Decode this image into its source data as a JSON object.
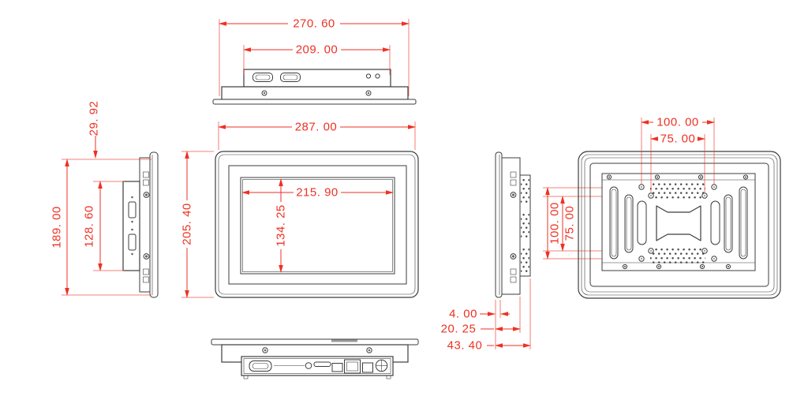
{
  "drawing": {
    "title": "panel-pc-dimension-drawing",
    "units": "mm",
    "colors": {
      "line": "#3c3c3c",
      "dimension": "#ee3124",
      "background": "#ffffff"
    },
    "views": {
      "top": {
        "label": "top-view",
        "dims": {
          "flange_width": "270. 60",
          "body_width": "209. 00"
        }
      },
      "front": {
        "label": "front-view",
        "dims": {
          "overall_width": "287. 00",
          "overall_height": "205. 40",
          "display_width": "215. 90",
          "display_height": "134. 25"
        }
      },
      "left": {
        "label": "left-side-view",
        "dims": {
          "top_inset": "29. 92",
          "cutout_height": "189. 00",
          "body_height": "128. 60"
        }
      },
      "right": {
        "label": "right-side-view",
        "dims": {
          "bezel_depth": "4. 00",
          "body_depth": "20. 25",
          "overall_depth": "43. 40",
          "vesa_height_100": "100. 00",
          "vesa_height_75": "75. 00"
        }
      },
      "rear": {
        "label": "rear-view",
        "dims": {
          "vesa_width_100": "100. 00",
          "vesa_width_75": "75. 00"
        }
      },
      "bottom": {
        "label": "bottom-view",
        "dims": {}
      }
    }
  }
}
